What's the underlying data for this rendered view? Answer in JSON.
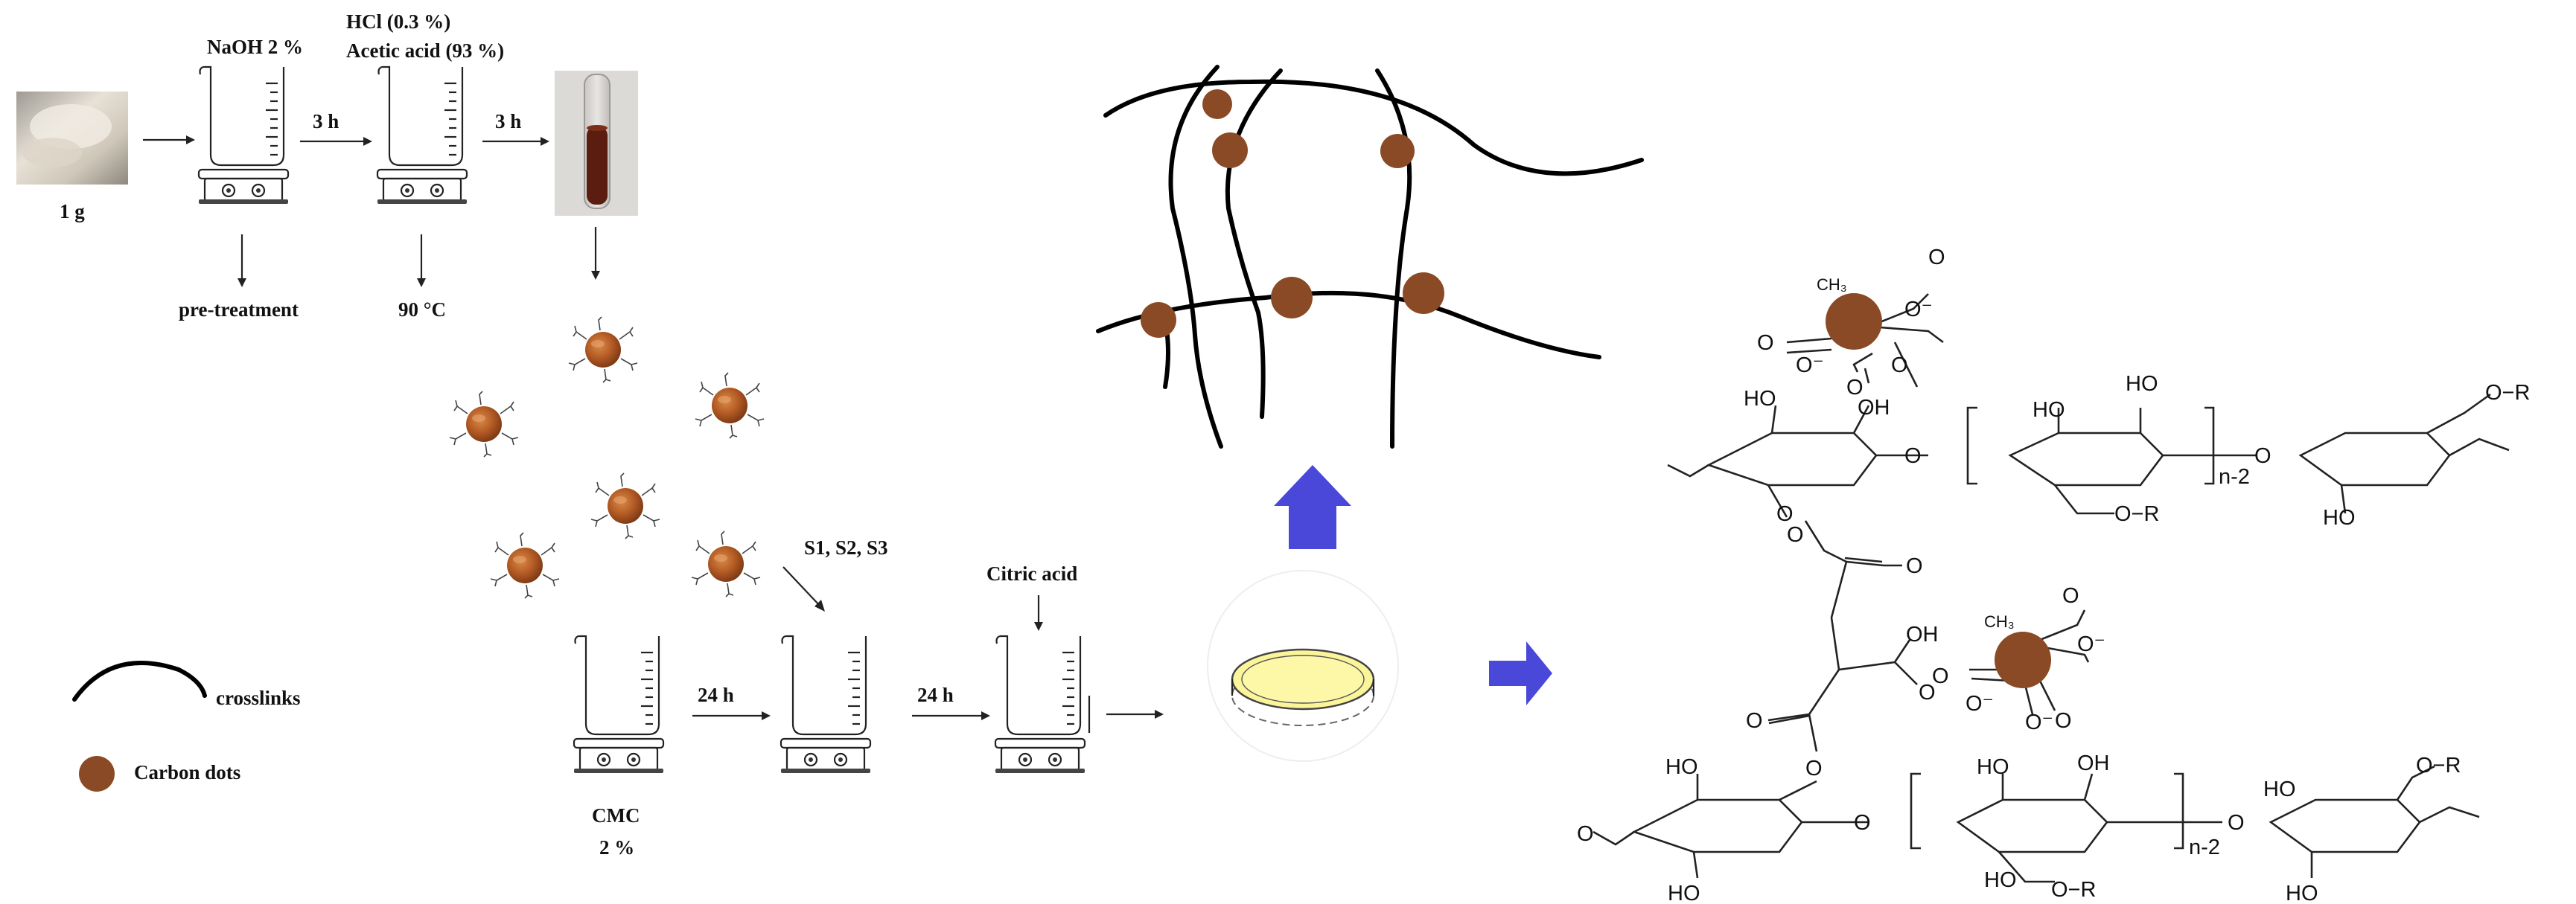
{
  "colors": {
    "carbon_dot": "#8a4a26",
    "carbon_dot_gradient": "#c4682a",
    "big_arrow": "#4a48d8",
    "film": "#fbf59a",
    "crosslink": "#000000"
  },
  "steps": {
    "start_mass": "1 g",
    "naoh": "NaOH 2 %",
    "hcl": "HCl (0.3 %)",
    "acetic": "Acetic acid (93 %)",
    "time1": "3 h",
    "time2": "3 h",
    "pretreatment": "pre-treatment",
    "temp": "90 °C",
    "samples": "S1, S2, S3",
    "citric": "Citric acid",
    "time3": "24 h",
    "time4": "24 h",
    "cmc": "CMC",
    "cmc_conc": "2 %"
  },
  "legend": {
    "crosslinks": "crosslinks",
    "carbon_dots": "Carbon dots"
  },
  "structure": {
    "ho": "HO",
    "oh": "OH",
    "o": "O",
    "or": "O−R",
    "n2": "n-2",
    "ch3": "CH₃",
    "o_minus": "O⁻"
  },
  "icons": [
    "beaker-stirrer-icon",
    "carbon-dot-icon",
    "petri-dish-icon",
    "arrow-up-icon",
    "arrow-right-icon"
  ]
}
